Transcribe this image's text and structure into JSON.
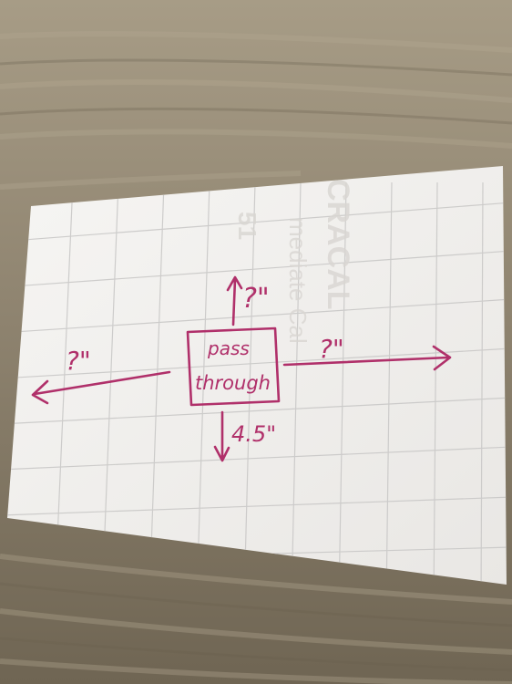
{
  "photo": {
    "subject": "handwritten sketch on a grid card lying on a fabric sheet",
    "ink_color": "#b0306a",
    "paper_color": "#f4f3f1",
    "fabric_color": "#8a7f6c"
  },
  "note": {
    "box_line1": "pass",
    "box_line2": "through",
    "top_label": "?\"",
    "left_label": "?\"",
    "right_label": "?\"",
    "bottom_label": "4.5\""
  },
  "bleed_through": {
    "line1": "mediate Cal",
    "line2": "51",
    "brand": "CRACAL"
  }
}
